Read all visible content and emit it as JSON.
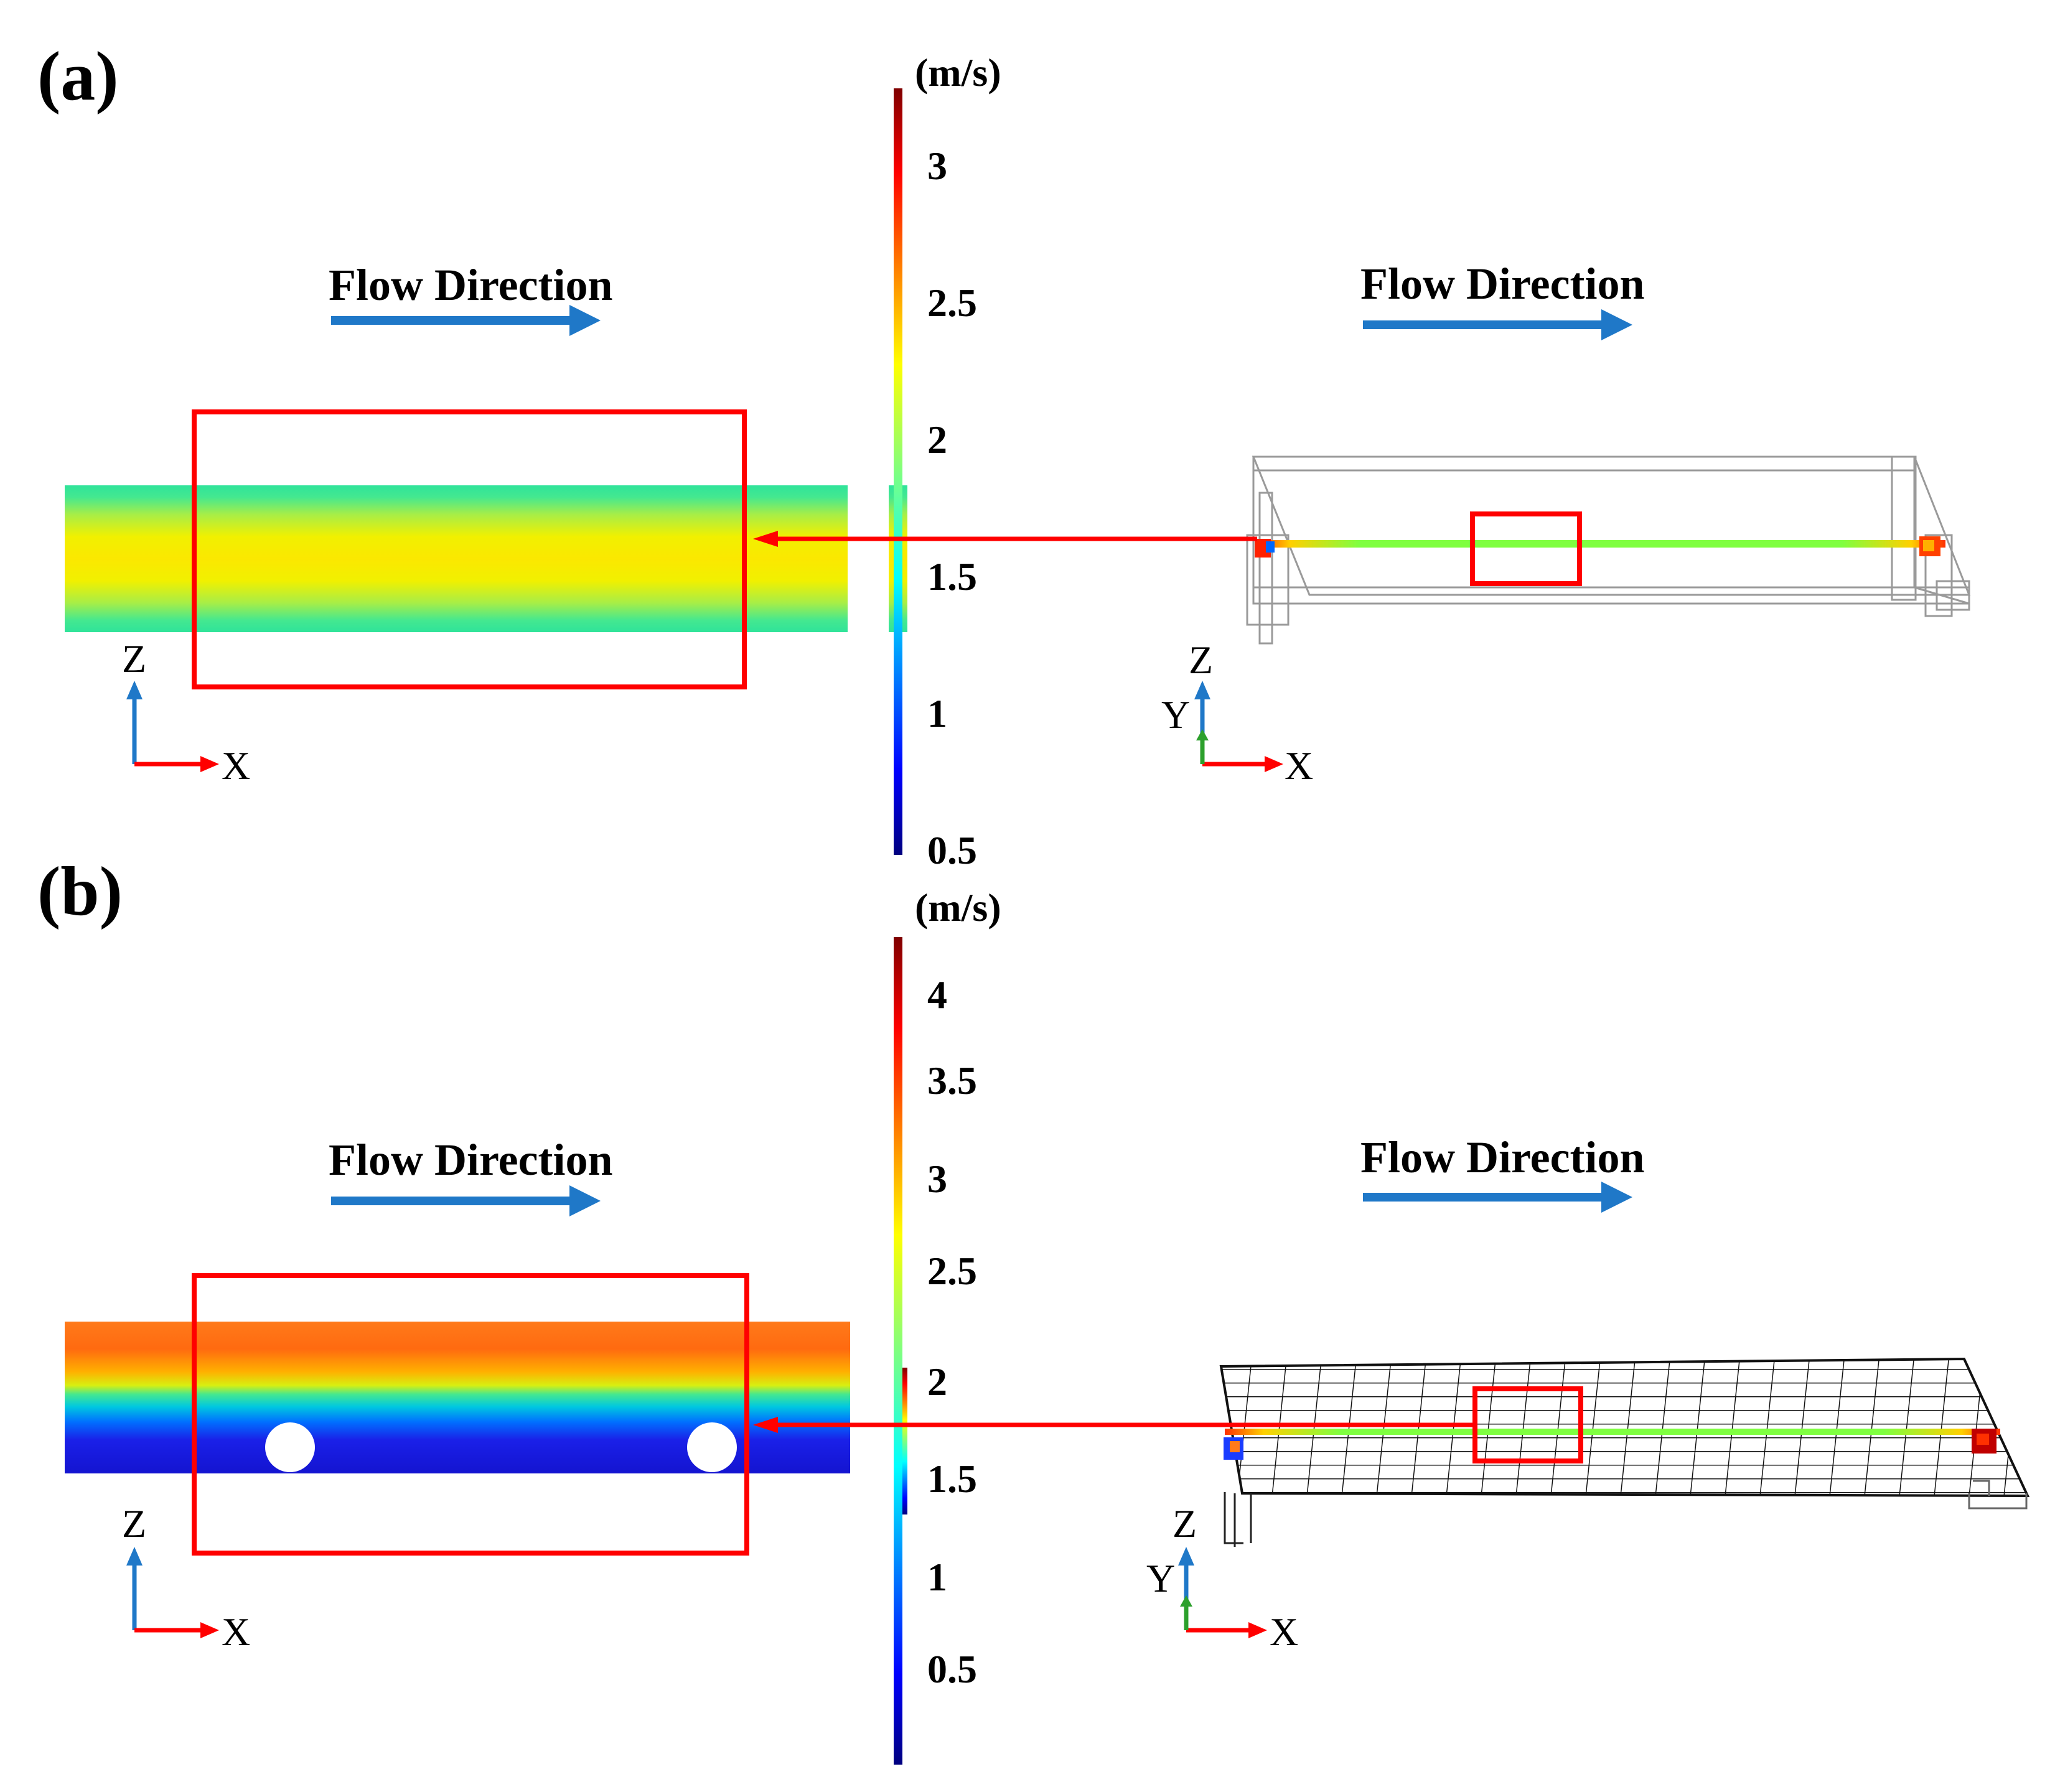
{
  "panels": [
    {
      "label": "(a)",
      "left_view": {
        "flow_direction": "Flow Direction",
        "axes": {
          "vertical": "Z",
          "horizontal": "X"
        }
      },
      "right_view": {
        "flow_direction": "Flow Direction",
        "axes": {
          "vertical": "Z",
          "depth": "Y",
          "horizontal": "X"
        }
      },
      "colorbar": {
        "unit": "(m/s)",
        "min": 0.5,
        "max": 3.2,
        "ticks": [
          "3",
          "2.5",
          "2",
          "1.5",
          "1",
          "0.5"
        ]
      }
    },
    {
      "label": "(b)",
      "left_view": {
        "flow_direction": "Flow Direction",
        "axes": {
          "vertical": "Z",
          "horizontal": "X"
        }
      },
      "right_view": {
        "flow_direction": "Flow Direction",
        "axes": {
          "vertical": "Z",
          "depth": "Y",
          "horizontal": "X"
        }
      },
      "colorbar": {
        "unit": "(m/s)",
        "min": 0.0,
        "max": 4.3,
        "ticks": [
          "4",
          "3.5",
          "3",
          "2.5",
          "2",
          "1.5",
          "1",
          "0.5"
        ]
      }
    }
  ],
  "colors": {
    "highlight": "#ff0000",
    "flow_arrow": "#1f78c8",
    "z_axis": "#1f78c8",
    "x_axis": "#ff0000",
    "y_axis": "#2ca02c"
  }
}
